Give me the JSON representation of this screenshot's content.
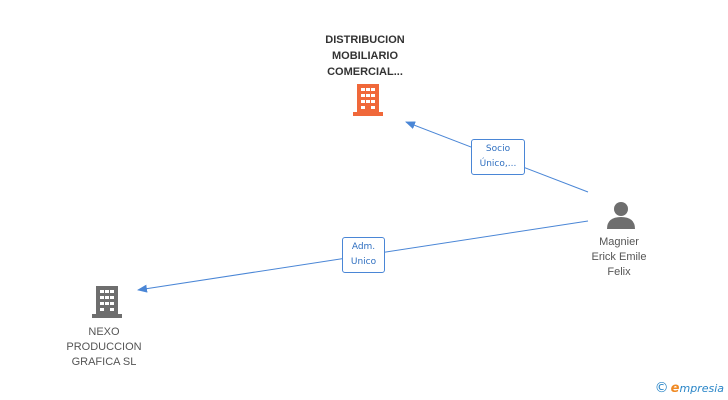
{
  "nodes": {
    "company_main": {
      "name_lines": [
        "DISTRIBUCION",
        "MOBILIARIO",
        "COMERCIAL..."
      ],
      "icon": "building-icon",
      "color": "#f0683a"
    },
    "company_nexo": {
      "name_lines": [
        "NEXO",
        "PRODUCCION",
        "GRAFICA SL"
      ],
      "icon": "building-icon",
      "color": "#6e6e6e"
    },
    "person": {
      "name_lines": [
        "Magnier",
        "Erick Emile",
        "Felix"
      ],
      "icon": "person-icon",
      "color": "#6e6e6e"
    }
  },
  "edges": {
    "socio": {
      "label_lines": [
        "Socio",
        "Único,..."
      ],
      "color": "#4a86d6"
    },
    "adm": {
      "label_lines": [
        "Adm.",
        "Unico"
      ],
      "color": "#4a86d6"
    }
  },
  "brand": {
    "copyright": "©",
    "e": "e",
    "rest": "mpresia"
  }
}
